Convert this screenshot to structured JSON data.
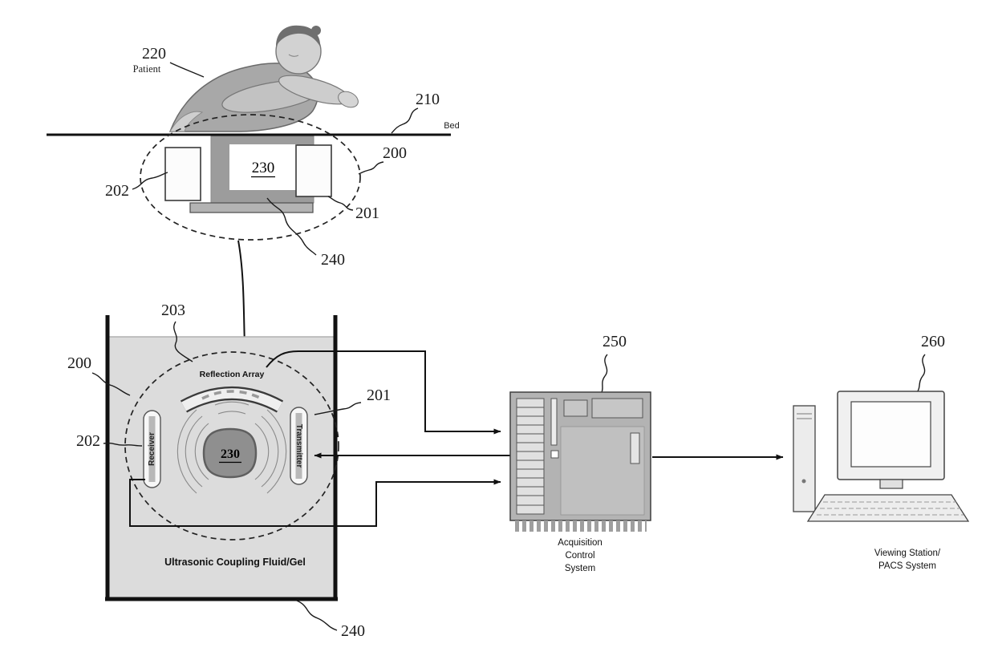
{
  "figure": {
    "top_scene": {
      "patient_ref": "220",
      "patient_label": "Patient",
      "bed_ref": "210",
      "bed_label": "Bed",
      "assembly_ref": "200",
      "transmitter_ref": "201",
      "receiver_ref": "202",
      "target_ref": "230",
      "housing_ref": "240"
    },
    "tank_scene": {
      "reflection_array_ref": "203",
      "assembly_ref": "200",
      "transmitter_ref": "201",
      "receiver_ref": "202",
      "target_ref": "230",
      "tank_ref": "240",
      "reflection_array_label": "Reflection Array",
      "receiver_label": "Receiver",
      "transmitter_label": "Transmitter",
      "fluid_label": "Ultrasonic Coupling Fluid/Gel"
    },
    "acquisition_system": {
      "ref": "250",
      "label_lines": [
        "Acquisition",
        "Control",
        "System"
      ]
    },
    "viewing_station": {
      "ref": "260",
      "label_lines": [
        "Viewing Station/",
        "PACS System"
      ]
    }
  },
  "colors": {
    "line": "#1a1a1a",
    "fluid": "#dcdcdc",
    "device_gray": "#9c9c9c",
    "target_gray": "#8f8f8f",
    "panel_gray": "#b3b3b3"
  }
}
